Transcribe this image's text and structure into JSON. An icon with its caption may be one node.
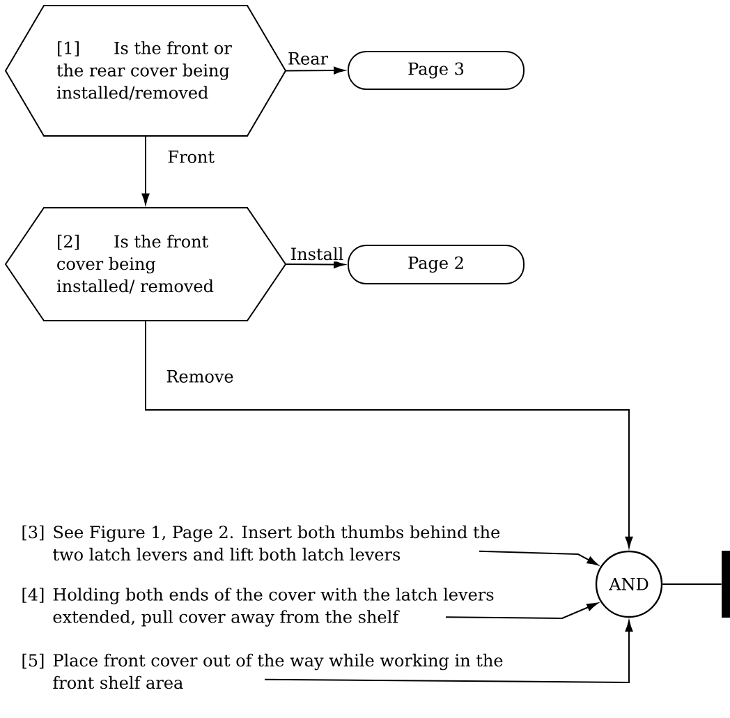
{
  "diagram": {
    "nodes": [
      {
        "text": [
          "[1]",
          "Is the front or the rear cover being installed/removed"
        ]
      },
      {
        "text": [
          "Page 3"
        ]
      },
      {
        "text": [
          "[2]",
          "Is the front cover being installed/ removed"
        ]
      },
      {
        "text": [
          "Page 2"
        ]
      },
      {
        "text": [
          "[3]",
          "See Figure 1, Page 2. Insert both thumbs behind the two latch levers and lift both latch levers"
        ]
      },
      {
        "text": [
          "[4]",
          "Holding both ends of the cover with the latch levers extended, pull cover away from the shelf"
        ]
      },
      {
        "text": [
          "[5]",
          "Place front cover out of the way while working in the front shelf area"
        ]
      },
      {
        "text": [
          "AND"
        ]
      },
      {
        "text": [],
        "shape": "bar"
      }
    ],
    "edges": [
      {
        "from": 0,
        "to": 1,
        "arrow": "to",
        "label": "Rear"
      },
      {
        "from": 0,
        "to": 2,
        "arrow": "to",
        "label": "Front"
      },
      {
        "from": 2,
        "to": 3,
        "arrow": "to",
        "label": "Install"
      },
      {
        "from": 2,
        "to": 7,
        "arrow": "to",
        "label": "Remove"
      },
      {
        "from": 4,
        "to": 7,
        "arrow": "to"
      },
      {
        "from": 5,
        "to": 7,
        "arrow": "to"
      },
      {
        "from": 6,
        "to": 7,
        "arrow": "to"
      },
      {
        "from": 7,
        "to": 8,
        "arrow": "none"
      }
    ]
  }
}
